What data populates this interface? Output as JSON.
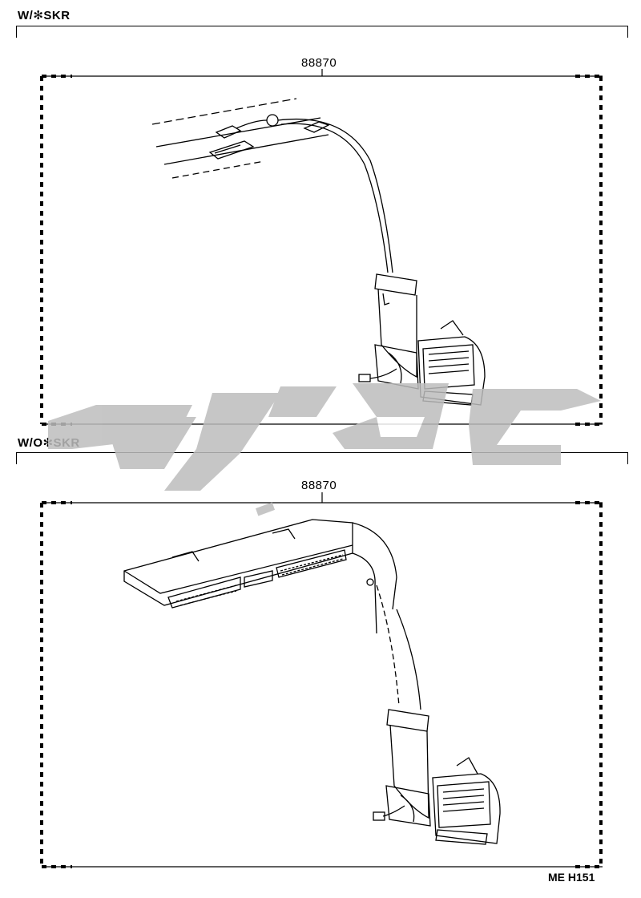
{
  "sections": [
    {
      "label": "W/✻SKR",
      "part_number": "88870"
    },
    {
      "label": "W/O✻SKR",
      "part_number": "88870"
    }
  ],
  "footer_code": "ME  H151",
  "watermark": {
    "color": "#bdbdbd"
  }
}
